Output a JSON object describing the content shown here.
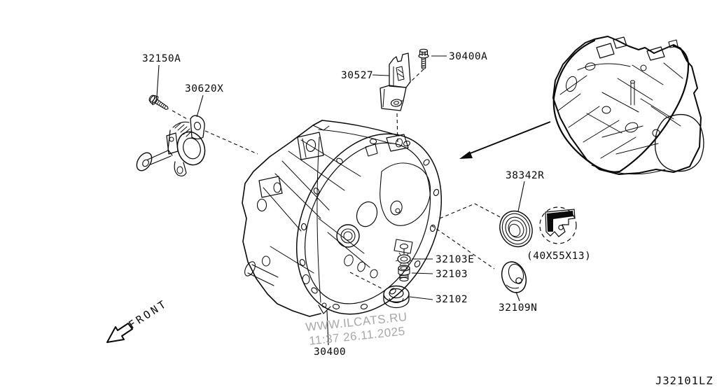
{
  "diagram": {
    "code": "J32101LZ",
    "front_label": "FRONT",
    "watermark": {
      "site": "WWW.ILCATS.RU",
      "timestamp": "11:37 26.11.2025"
    },
    "colors": {
      "line": "#0a0a0a",
      "watermark": "#a8a8a8",
      "background": "#ffffff"
    },
    "parts": {
      "p32150A": "32150A",
      "p30620X": "30620X",
      "p30527": "30527",
      "p30400A": "30400A",
      "p38342R": "38342R",
      "seal_size": "(40X55X13)",
      "p32103E": "32103E",
      "p32103": "32103",
      "p32102": "32102",
      "p32109N": "32109N",
      "p30400": "30400"
    }
  }
}
